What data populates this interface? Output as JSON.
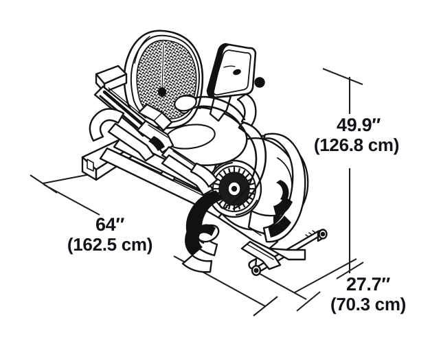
{
  "diagram": {
    "title": "Recumbent exercise bike dimension diagram",
    "product": "recumbent-exercise-bike",
    "background_color": "#ffffff",
    "line_color": "#1a1a1a",
    "text_color": "#141218",
    "dimensions": {
      "height": {
        "name": "height",
        "inches": "49.9″",
        "centimeters": "(126.8 cm)"
      },
      "length": {
        "name": "length",
        "inches": "64″",
        "centimeters": "(162.5 cm)"
      },
      "depth": {
        "name": "depth",
        "inches": "27.7″",
        "centimeters": "(70.3 cm)"
      }
    }
  }
}
